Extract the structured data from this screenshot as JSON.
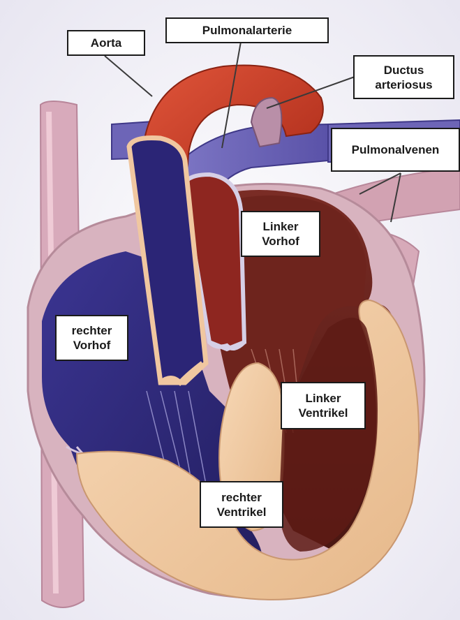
{
  "diagram": {
    "labels": {
      "aorta": [
        "Aorta"
      ],
      "pulmonalarterie": [
        "Pulmonalarterie"
      ],
      "ductus_arteriosus": [
        "Ductus",
        "arteriosus"
      ],
      "pulmonalvenen": [
        "Pulmonalvenen"
      ],
      "linker_vorhof": [
        "Linker",
        "Vorhof"
      ],
      "rechter_vorhof": [
        "rechter",
        "Vorhof"
      ],
      "linker_ventrikel": [
        "Linker",
        "Ventrikel"
      ],
      "rechter_ventrikel": [
        "rechter",
        "Ventrikel"
      ]
    },
    "colors": {
      "background": "#f1f0f7",
      "muscle": "#f2c9a0",
      "deoxygenated_blood": "#2f2a7a",
      "oxygenated_blood": "#8e1f1c",
      "aorta": "#c8391f",
      "vein_purple": "#6c64b8",
      "vena_cava_pink": "#d6a9b8",
      "heart_wall": "#d8b3bf",
      "label_border": "#1a1a1a",
      "leader_line": "#3a3a3a"
    }
  }
}
